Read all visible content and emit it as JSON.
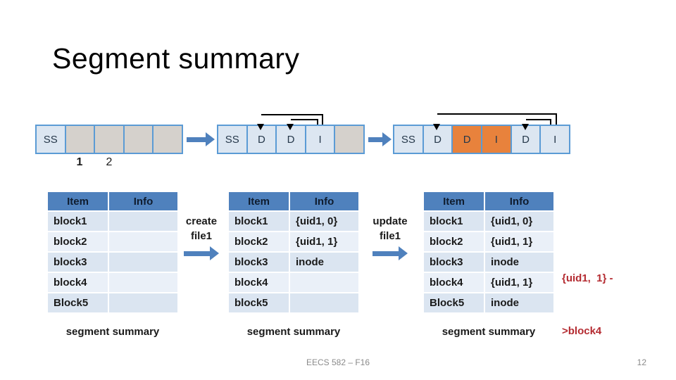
{
  "slide": {
    "title": "Segment summary",
    "footer": {
      "course": "EECS 582 – F16",
      "page": "12"
    }
  },
  "strips": [
    {
      "name": "segment before create",
      "cells": [
        {
          "label": "SS",
          "fill": "blue"
        },
        {
          "label": "",
          "fill": "gray"
        },
        {
          "label": "",
          "fill": "gray"
        },
        {
          "label": "",
          "fill": "gray"
        },
        {
          "label": "",
          "fill": "gray"
        }
      ],
      "below_labels": [
        {
          "text": "1"
        },
        {
          "text": "2"
        }
      ]
    },
    {
      "name": "segment after create file1",
      "cells": [
        {
          "label": "SS",
          "fill": "blue"
        },
        {
          "label": "D",
          "fill": "blue"
        },
        {
          "label": "D",
          "fill": "blue"
        },
        {
          "label": "I",
          "fill": "blue"
        },
        {
          "label": "",
          "fill": "gray"
        }
      ],
      "pointers": [
        {
          "from": "I",
          "to": "first D"
        },
        {
          "from": "I",
          "to": "second D"
        }
      ]
    },
    {
      "name": "segment after update file1",
      "cells": [
        {
          "label": "SS",
          "fill": "blue"
        },
        {
          "label": "D",
          "fill": "blue"
        },
        {
          "label": "D",
          "fill": "orange"
        },
        {
          "label": "I",
          "fill": "orange"
        },
        {
          "label": "D",
          "fill": "blue"
        },
        {
          "label": "I",
          "fill": "blue"
        }
      ],
      "pointers": [
        {
          "from": "last I",
          "to": "first D"
        },
        {
          "from": "last I",
          "to": "second-last D"
        }
      ]
    }
  ],
  "transitions": [
    {
      "line1": "create",
      "line2": "file1"
    },
    {
      "line1": "update",
      "line2": "file1"
    }
  ],
  "tables": [
    {
      "headers": [
        "Item",
        "Info"
      ],
      "rows": [
        [
          "block1",
          ""
        ],
        [
          "block2",
          ""
        ],
        [
          "block3",
          ""
        ],
        [
          "block4",
          ""
        ],
        [
          "Block5",
          ""
        ]
      ],
      "caption": "segment summary"
    },
    {
      "headers": [
        "Item",
        "Info"
      ],
      "rows": [
        [
          "block1",
          "{uid1, 0}"
        ],
        [
          "block2",
          "{uid1, 1}"
        ],
        [
          "block3",
          "inode"
        ],
        [
          "block4",
          ""
        ],
        [
          "block5",
          ""
        ]
      ],
      "caption": "segment summary"
    },
    {
      "headers": [
        "Item",
        "Info"
      ],
      "rows": [
        [
          "block1",
          "{uid1, 0}"
        ],
        [
          "block2",
          "{uid1, 1}"
        ],
        [
          "block3",
          "inode"
        ],
        [
          "block4",
          "{uid1, 1}"
        ],
        [
          "Block5",
          "inode"
        ]
      ],
      "caption": "segment summary"
    }
  ],
  "annotation": {
    "line1": "{uid1,  1} -",
    "line2": ">block4"
  },
  "colors": {
    "table_header_blue": "#4f81bd",
    "cell_light_blue": "#dce6f1",
    "cell_gray": "#d5d1cc",
    "cell_orange": "#e8823c",
    "strip_border_blue": "#5b9bd5",
    "row_light": "#dbe5f1",
    "row_lighter": "#eaf0f8",
    "arrow_blue": "#4f81bd",
    "annotation_red": "#b42b31",
    "footer_gray": "#8a8a8a"
  }
}
